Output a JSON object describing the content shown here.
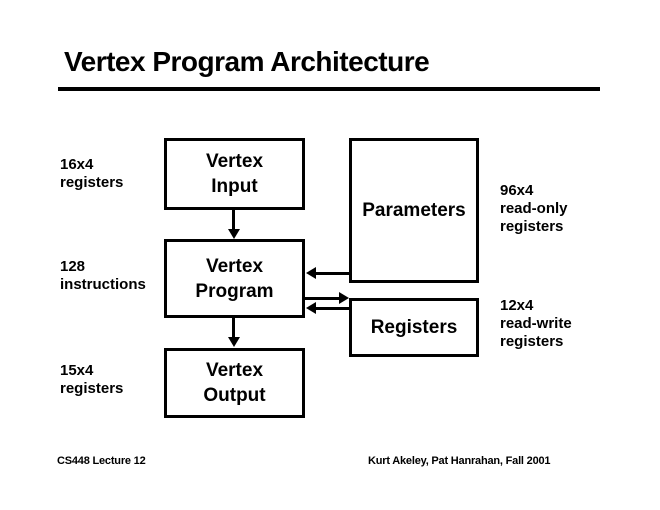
{
  "slide": {
    "title": "Vertex Program Architecture",
    "footer": {
      "left": "CS448 Lecture 12",
      "right": "Kurt Akeley, Pat Hanrahan, Fall 2001"
    },
    "colors": {
      "ink": "#000000",
      "background": "#ffffff"
    }
  },
  "diagram": {
    "boxes": {
      "vertex_input": {
        "label": "Vertex\nInput"
      },
      "vertex_program": {
        "label": "Vertex\nProgram"
      },
      "vertex_output": {
        "label": "Vertex\nOutput"
      },
      "parameters": {
        "label": "Parameters"
      },
      "registers": {
        "label": "Registers"
      }
    },
    "annotations": {
      "vertex_input_registers": "16x4\nregisters",
      "vertex_program_instructions": "128\ninstructions",
      "vertex_output_registers": "15x4\nregisters",
      "parameters_registers": "96x4\nread-only\nregisters",
      "registers_registers": "12x4\nread-write\nregisters"
    },
    "arrows": [
      {
        "name": "vertex-input-to-vertex-program",
        "direction": "down"
      },
      {
        "name": "vertex-program-to-vertex-output",
        "direction": "down"
      },
      {
        "name": "parameters-to-vertex-program",
        "direction": "left"
      },
      {
        "name": "vertex-program-to-registers",
        "direction": "right"
      },
      {
        "name": "registers-to-vertex-program",
        "direction": "left"
      }
    ]
  }
}
